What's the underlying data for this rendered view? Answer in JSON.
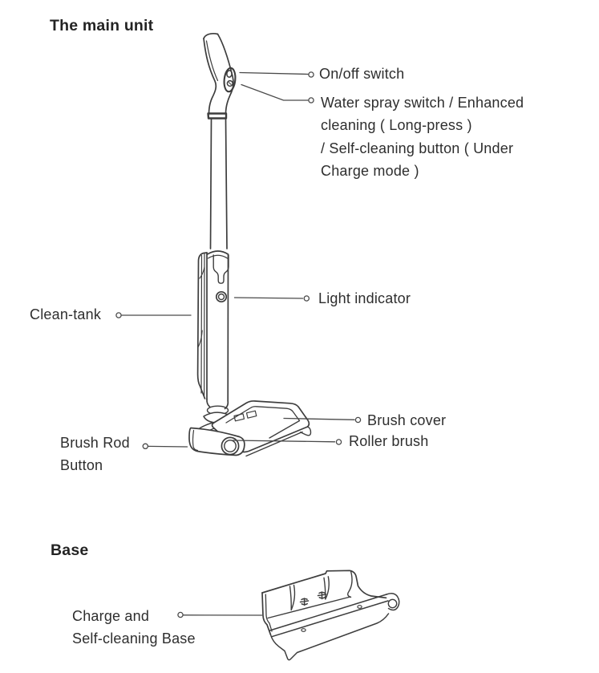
{
  "page": {
    "background": "#ffffff",
    "stroke_color": "#3d3d3d",
    "text_color": "#2e2e2e"
  },
  "main_unit": {
    "heading": "The main unit",
    "labels": {
      "on_off": "On/off switch",
      "water_spray": [
        "Water spray switch / Enhanced",
        "cleaning ( Long-press )",
        "/ Self-cleaning button ( Under",
        "Charge mode )"
      ],
      "light_indicator": "Light indicator",
      "clean_tank": "Clean-tank",
      "brush_cover": "Brush cover",
      "roller_brush": "Roller brush",
      "brush_rod_button": [
        "Brush Rod",
        "Button"
      ]
    }
  },
  "base": {
    "heading": "Base",
    "labels": {
      "charge_base": [
        "Charge and",
        "Self-cleaning Base"
      ]
    }
  }
}
